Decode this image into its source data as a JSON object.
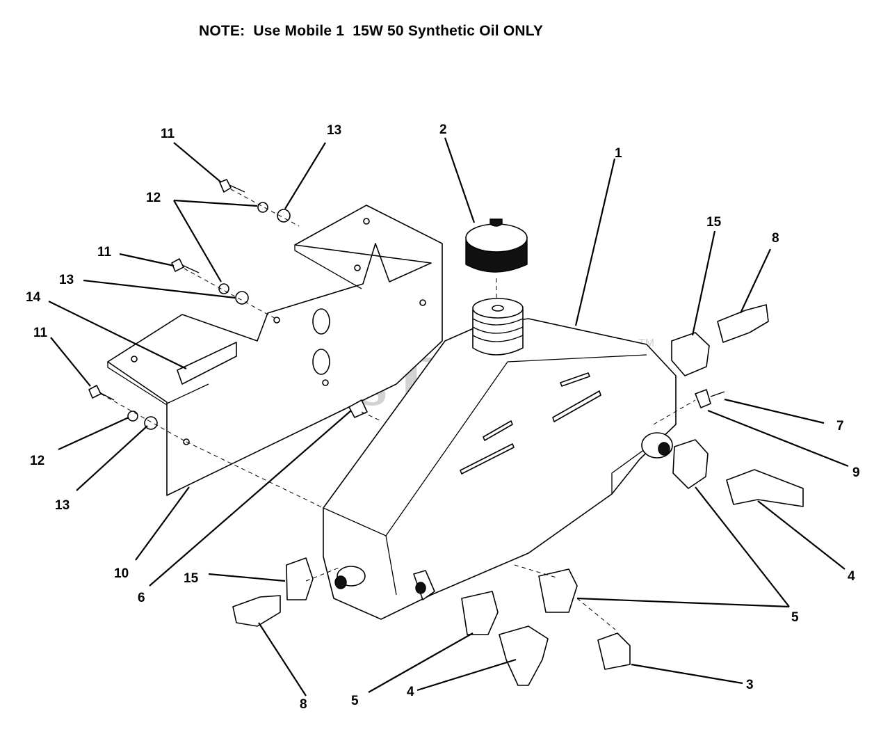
{
  "note": "NOTE:  Use Mobile 1  15W 50 Synthetic Oil ONLY",
  "watermark": {
    "text": "PartsTree",
    "tm": "TM"
  },
  "callouts": {
    "c1": "1",
    "c2": "2",
    "c3": "3",
    "c4a": "4",
    "c4b": "4",
    "c5a": "5",
    "c5b": "5",
    "c6": "6",
    "c7": "7",
    "c8a": "8",
    "c8b": "8",
    "c9": "9",
    "c10": "10",
    "c11a": "11",
    "c11b": "11",
    "c11c": "11",
    "c12a": "12",
    "c12b": "12",
    "c13a": "13",
    "c13b": "13",
    "c13c": "13",
    "c14": "14",
    "c15a": "15",
    "c15b": "15"
  }
}
